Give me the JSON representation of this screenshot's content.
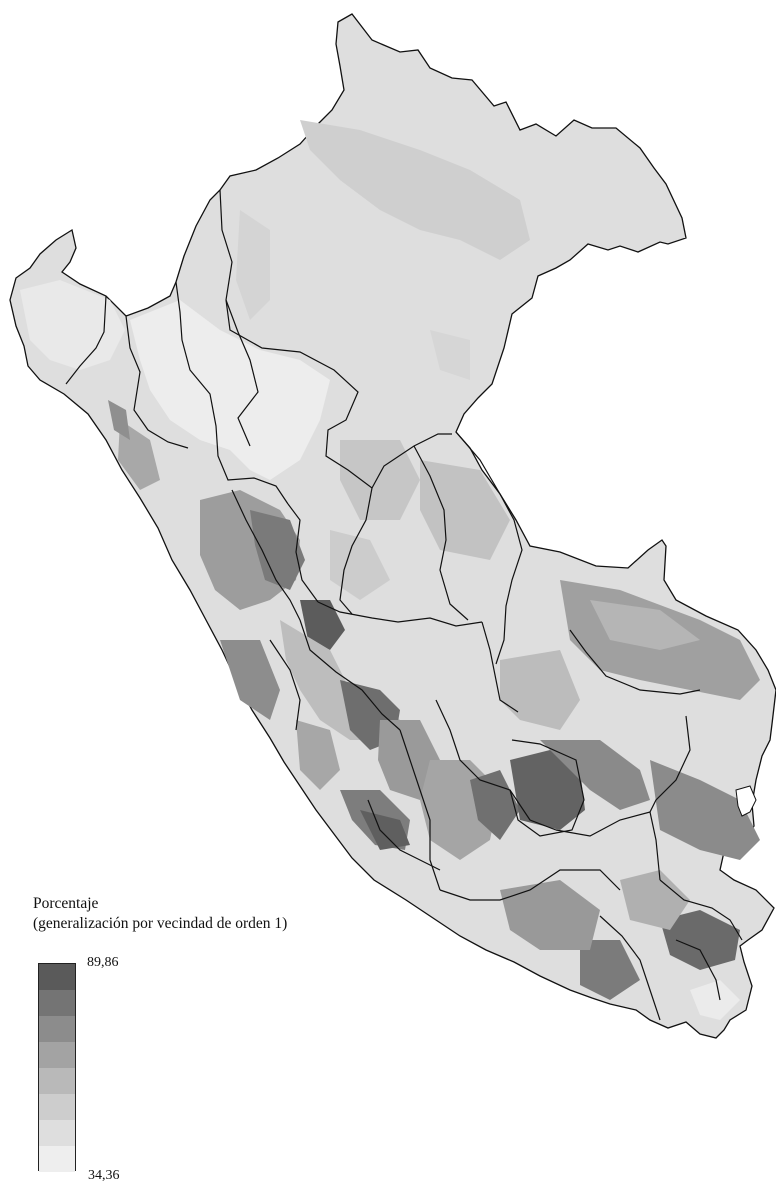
{
  "legend": {
    "title": "Porcentaje",
    "subtitle": "(generalización por vecindad de orden 1)",
    "max_label": "89,86",
    "min_label": "34,36",
    "classes": [
      "#5a5a5a",
      "#747474",
      "#8c8c8c",
      "#a3a3a3",
      "#b9b9b9",
      "#cdcdcd",
      "#dedede",
      "#eeeeee"
    ]
  },
  "colors": {
    "background": "#ffffff",
    "border": "#111111"
  }
}
